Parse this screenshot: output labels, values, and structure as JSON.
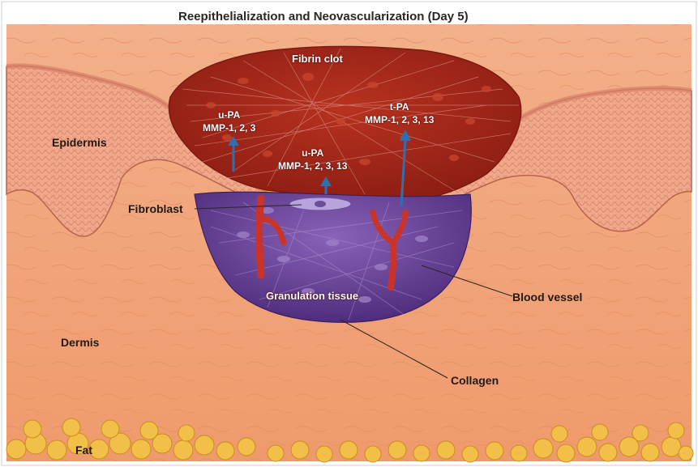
{
  "title": "Reepithelialization and Neovascularization (Day 5)",
  "labels": {
    "fibrin_clot": "Fibrin clot",
    "epidermis": "Epidermis",
    "fibroblast": "Fibroblast",
    "dermis": "Dermis",
    "fat": "Fat",
    "granulation_tissue": "Granulation tissue",
    "blood_vessel": "Blood vessel",
    "collagen": "Collagen"
  },
  "annotations": {
    "left": {
      "line1": "u-PA",
      "line2": "MMP-1, 2, 3"
    },
    "center": {
      "line1": "u-PA",
      "line2": "MMP-1, 2, 3, 13"
    },
    "right": {
      "line1": "t-PA",
      "line2": "MMP-1, 2, 3, 13"
    }
  },
  "colors": {
    "dermis": "#f1a275",
    "epidermis": "#ec9c7f",
    "fibrin_clot": "#a4281c",
    "granulation_tissue": "#6b3f9a",
    "blood_vessel": "#c8342a",
    "fat": "#f2c048",
    "arrow": "#2f6fb0"
  }
}
